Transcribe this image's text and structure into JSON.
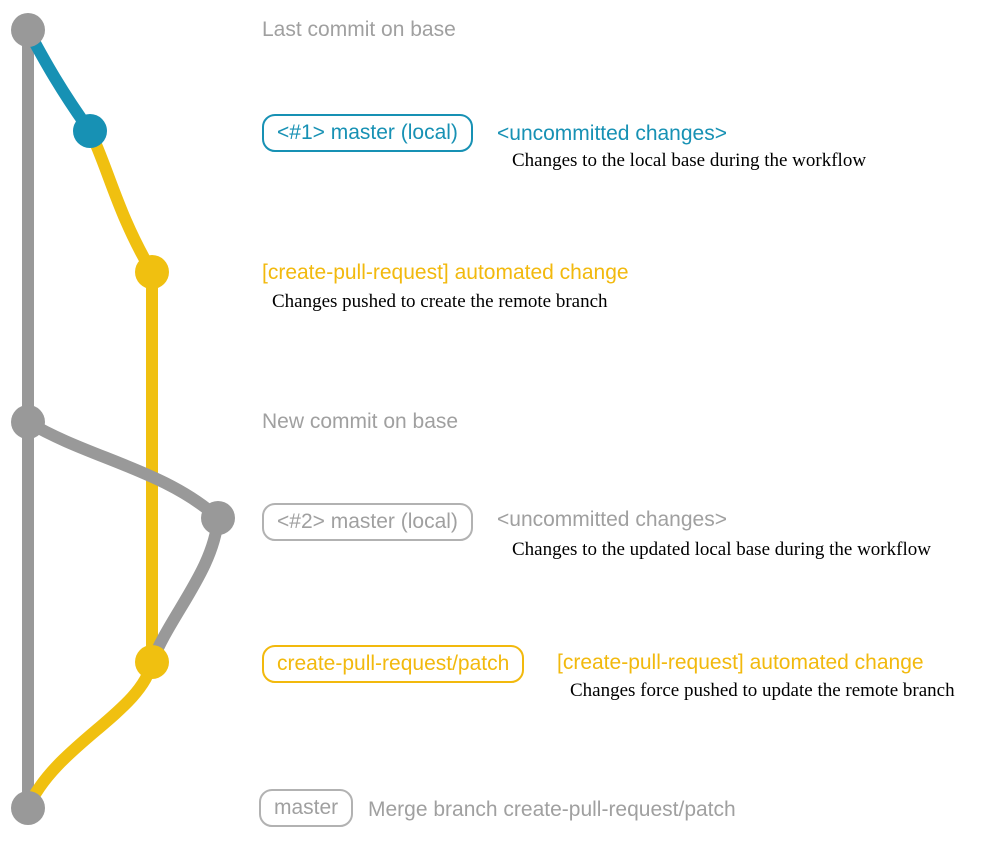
{
  "colors": {
    "gray": "#999999",
    "gray_text": "#a0a0a0",
    "teal": "#1791b4",
    "yellow": "#f0c010",
    "yellow_text": "#f2b90d",
    "description_text": "#000000"
  },
  "entries": {
    "last_commit": {
      "message": "Last commit on base"
    },
    "local_master_1": {
      "badge": "<#1> master (local)",
      "note": "<uncommitted changes>",
      "description": "Changes to the local base during the workflow"
    },
    "automated_1": {
      "message": "[create-pull-request] automated change",
      "description": "Changes pushed to create the remote branch"
    },
    "new_commit": {
      "message": "New commit on base"
    },
    "local_master_2": {
      "badge": "<#2> master (local)",
      "note": "<uncommitted changes>",
      "description": "Changes to the updated local base during the workflow"
    },
    "automated_2": {
      "badge": "create-pull-request/patch",
      "message": "[create-pull-request] automated change",
      "description": "Changes force pushed to update the remote branch"
    },
    "merge_commit": {
      "badge": "master",
      "message": "Merge branch create-pull-request/patch"
    }
  }
}
